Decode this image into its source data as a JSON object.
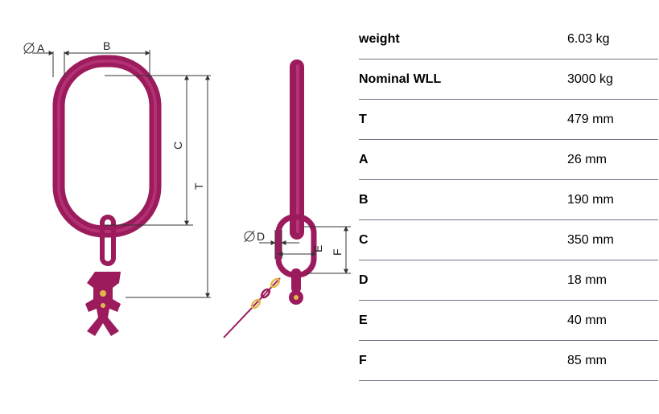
{
  "drawing": {
    "labels": {
      "dia_a": "A",
      "b": "B",
      "c": "C",
      "t": "T",
      "dia_d": "D",
      "e": "E",
      "f": "F"
    },
    "colors": {
      "link": "#9b1b5c",
      "link_highlight": "#c23f82",
      "chain": "#e2b84a",
      "dimension": "#333333"
    }
  },
  "specs": [
    {
      "key": "weight",
      "value": "6.03 kg"
    },
    {
      "key": "Nominal WLL",
      "value": "3000 kg"
    },
    {
      "key": "T",
      "value": "479 mm"
    },
    {
      "key": "A",
      "value": "26 mm"
    },
    {
      "key": "B",
      "value": "190 mm"
    },
    {
      "key": "C",
      "value": "350 mm"
    },
    {
      "key": "D",
      "value": "18 mm"
    },
    {
      "key": "E",
      "value": "40 mm"
    },
    {
      "key": "F",
      "value": "85 mm"
    }
  ]
}
